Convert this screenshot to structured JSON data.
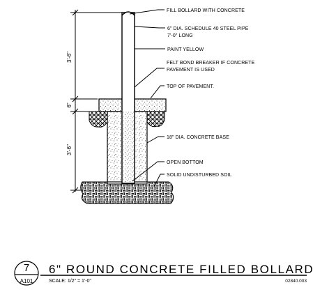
{
  "callouts": {
    "fill": "FILL BOLLARD WITH CONCRETE",
    "pipe_line1": "6\" DIA. SCHEDULE 40 STEEL PIPE",
    "pipe_line2": "7'-0\" LONG",
    "paint": "PAINT YELLOW",
    "felt_line1": "FELT BOND BREAKER IF CONCRETE",
    "felt_line2": "PAVEMENT IS USED",
    "top": "TOP OF PAVEMENT.",
    "base": "18\" DIA. CONCRETE BASE",
    "open": "OPEN BOTTOM",
    "soil": "SOLID UNDISTURBED SOIL"
  },
  "dimensions": {
    "upper": "3'-6\"",
    "pavement": "6\"",
    "lower": "3'-6\""
  },
  "title_block": {
    "detail_number": "7",
    "sheet": "A101",
    "title": "6\" ROUND CONCRETE FILLED BOLLARD",
    "scale": "SCALE: 1/2\" = 1'-0\"",
    "drawing_number": "02840.003"
  },
  "colors": {
    "ink": "#000000",
    "paper": "#ffffff"
  }
}
